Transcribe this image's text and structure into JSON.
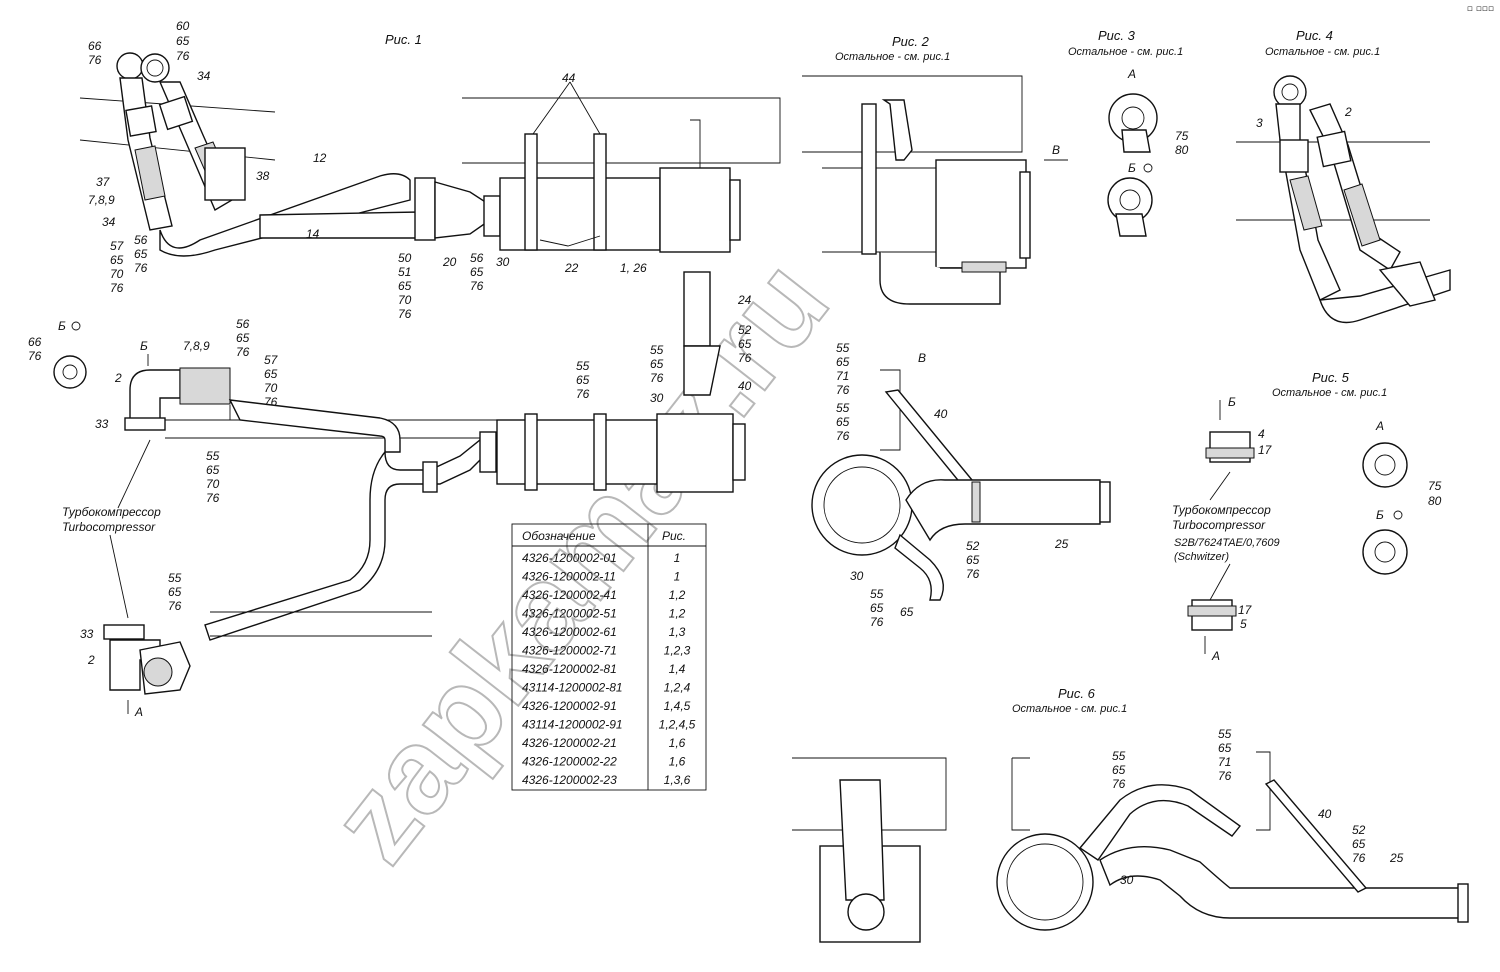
{
  "figures": {
    "fig1": {
      "title": "Рис. 1"
    },
    "fig2": {
      "title": "Рис. 2",
      "note": "Остальное - см. рис.1"
    },
    "fig3": {
      "title": "Рис. 3",
      "note": "Остальное - см. рис.1"
    },
    "fig4": {
      "title": "Рис. 4",
      "note": "Остальное - см. рис.1"
    },
    "fig5": {
      "title": "Рис. 5",
      "note": "Остальное - см. рис.1"
    },
    "fig6": {
      "title": "Рис. 6",
      "note": "Остальное - см. рис.1"
    }
  },
  "labels": {
    "turbo_ru": "Турбокомпрессор",
    "turbo_en": "Turbocompressor",
    "turbo5_ru": "Турбокомпрессор",
    "turbo5_en": "Turbocompressor",
    "turbo5_model": "S2B/7624TAE/0,7609",
    "turbo5_maker": "(Schwitzer)",
    "view_a": "А",
    "view_b": "Б",
    "view_v": "В",
    "part_12": "12",
    "part_14": "14",
    "part_20": "20",
    "part_30": "30",
    "part_22": "22",
    "part_44": "44",
    "part_1_26": "1, 26",
    "part_24": "24",
    "part_40": "40",
    "part_25": "25",
    "part_2": "2",
    "part_3": "3",
    "part_33": "33",
    "part_37": "37",
    "part_38": "38",
    "part_34": "34",
    "part_789": "7,8,9",
    "part_4": "4",
    "part_5": "5",
    "part_17": "17",
    "part_65": "65",
    "part_75": "75",
    "part_80": "80"
  },
  "table": {
    "header": [
      "Обозначение",
      "Рис."
    ],
    "rows": [
      [
        "4326-1200002-01",
        "1"
      ],
      [
        "4326-1200002-11",
        "1"
      ],
      [
        "4326-1200002-41",
        "1,2"
      ],
      [
        "4326-1200002-51",
        "1,2"
      ],
      [
        "4326-1200002-61",
        "1,3"
      ],
      [
        "4326-1200002-71",
        "1,2,3"
      ],
      [
        "4326-1200002-81",
        "1,4"
      ],
      [
        "43114-1200002-81",
        "1,2,4"
      ],
      [
        "4326-1200002-91",
        "1,4,5"
      ],
      [
        "43114-1200002-91",
        "1,2,4,5"
      ],
      [
        "4326-1200002-21",
        "1,6"
      ],
      [
        "4326-1200002-22",
        "1,6"
      ],
      [
        "4326-1200002-23",
        "1,3,6"
      ]
    ]
  },
  "watermark": "zapkamaz.ru"
}
